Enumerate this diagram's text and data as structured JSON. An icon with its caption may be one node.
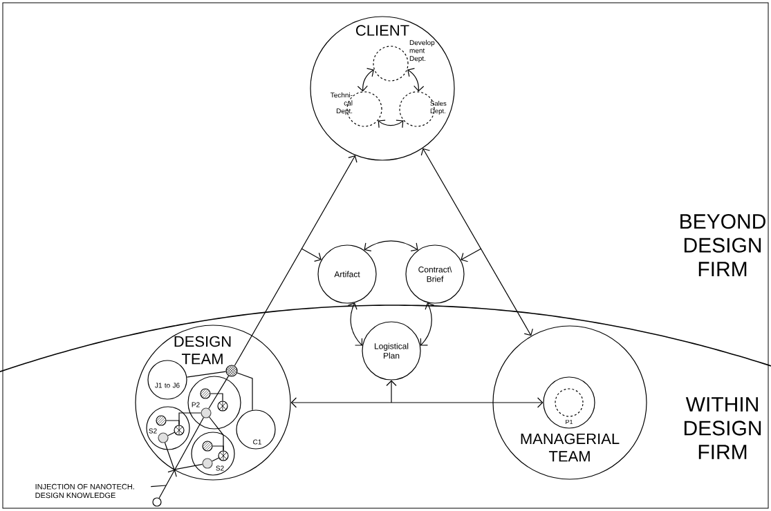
{
  "diagram": {
    "nodes": [
      {
        "text": [
          "CLIENT"
        ]
      },
      {
        "text": [
          "Develop ment Dept."
        ],
        "in": 0
      },
      {
        "text": [
          "Techni- cal Dept."
        ],
        "in": 0
      },
      {
        "text": [
          "Sales Dept."
        ],
        "in": 0
      },
      {
        "text": [
          "Artifact"
        ]
      },
      {
        "text": [
          "Contract\\ Brief"
        ]
      },
      {
        "text": [
          "Logistical Plan"
        ]
      },
      {
        "text": [
          "DESIGN TEAM"
        ]
      },
      {
        "text": [
          "J1 to J6"
        ],
        "in": 7
      },
      {
        "text": [],
        "shape": "circle",
        "in": 7
      },
      {
        "text": [
          "P2"
        ],
        "in": 7
      },
      {
        "text": [],
        "shape": "circle",
        "in": 10
      },
      {
        "text": [],
        "shape": "circle",
        "in": 10
      },
      {
        "text": [],
        "shape": "circle",
        "in": 10
      },
      {
        "text": [
          "S2"
        ],
        "in": 7
      },
      {
        "text": [],
        "shape": "circle",
        "in": 14
      },
      {
        "text": [],
        "shape": "circle",
        "in": 14
      },
      {
        "text": [],
        "shape": "circle",
        "in": 14
      },
      {
        "text": [
          "S2"
        ],
        "in": 7
      },
      {
        "text": [],
        "shape": "circle",
        "in": 18
      },
      {
        "text": [],
        "shape": "circle",
        "in": 18
      },
      {
        "text": [],
        "shape": "circle",
        "in": 18
      },
      {
        "text": [
          "C1"
        ],
        "in": 7
      },
      {
        "text": [
          "MANAGERIAL TEAM"
        ]
      },
      {
        "text": [
          "P1"
        ],
        "in": 23
      },
      {
        "text": [],
        "shape": "circle",
        "in": 24
      },
      {
        "text": [],
        "shape": "circle"
      },
      {
        "text": [
          "INJECTION OF NANOTECH. DESIGN KNOWLEDGE"
        ]
      }
    ],
    "edges": [
      {
        "from": 1,
        "to": 2,
        "arrow": "both"
      },
      {
        "from": 1,
        "to": 3,
        "arrow": "both"
      },
      {
        "from": 2,
        "to": 3,
        "arrow": "both"
      },
      {
        "from": 9,
        "to": 0,
        "arrow": "to"
      },
      {
        "from": 0,
        "to": 23,
        "arrow": "both"
      },
      {
        "from": null,
        "to": 4,
        "arrow": "to"
      },
      {
        "from": null,
        "to": 5,
        "arrow": "to"
      },
      {
        "from": 4,
        "to": 5,
        "arrow": "both"
      },
      {
        "from": 4,
        "to": 6,
        "arrow": "both"
      },
      {
        "from": 5,
        "to": 6,
        "arrow": "both"
      },
      {
        "from": 7,
        "to": 24,
        "arrow": "both"
      },
      {
        "from": null,
        "to": 6,
        "arrow": "to"
      },
      {
        "from": 26,
        "to": 13,
        "arrow": "to"
      },
      {
        "from": 27,
        "to": null,
        "arrow": "none"
      },
      {
        "from": 8,
        "to": 9,
        "arrow": "none"
      },
      {
        "from": 9,
        "to": 22,
        "arrow": "none"
      },
      {
        "from": 9,
        "to": 13,
        "arrow": "none"
      },
      {
        "from": 11,
        "to": 12,
        "arrow": "none"
      },
      {
        "from": 13,
        "to": 16,
        "arrow": "none"
      },
      {
        "from": 15,
        "to": 16,
        "arrow": "none"
      },
      {
        "from": 16,
        "to": 17,
        "arrow": "none"
      },
      {
        "from": 13,
        "to": 20,
        "arrow": "none"
      },
      {
        "from": 19,
        "to": 20,
        "arrow": "none"
      },
      {
        "from": 20,
        "to": 21,
        "arrow": "none"
      },
      {
        "from": 17,
        "to": 21,
        "arrow": "none"
      }
    ],
    "labels": [
      "BEYOND DESIGN FIRM",
      "WITHIN DESIGN FIRM"
    ]
  }
}
